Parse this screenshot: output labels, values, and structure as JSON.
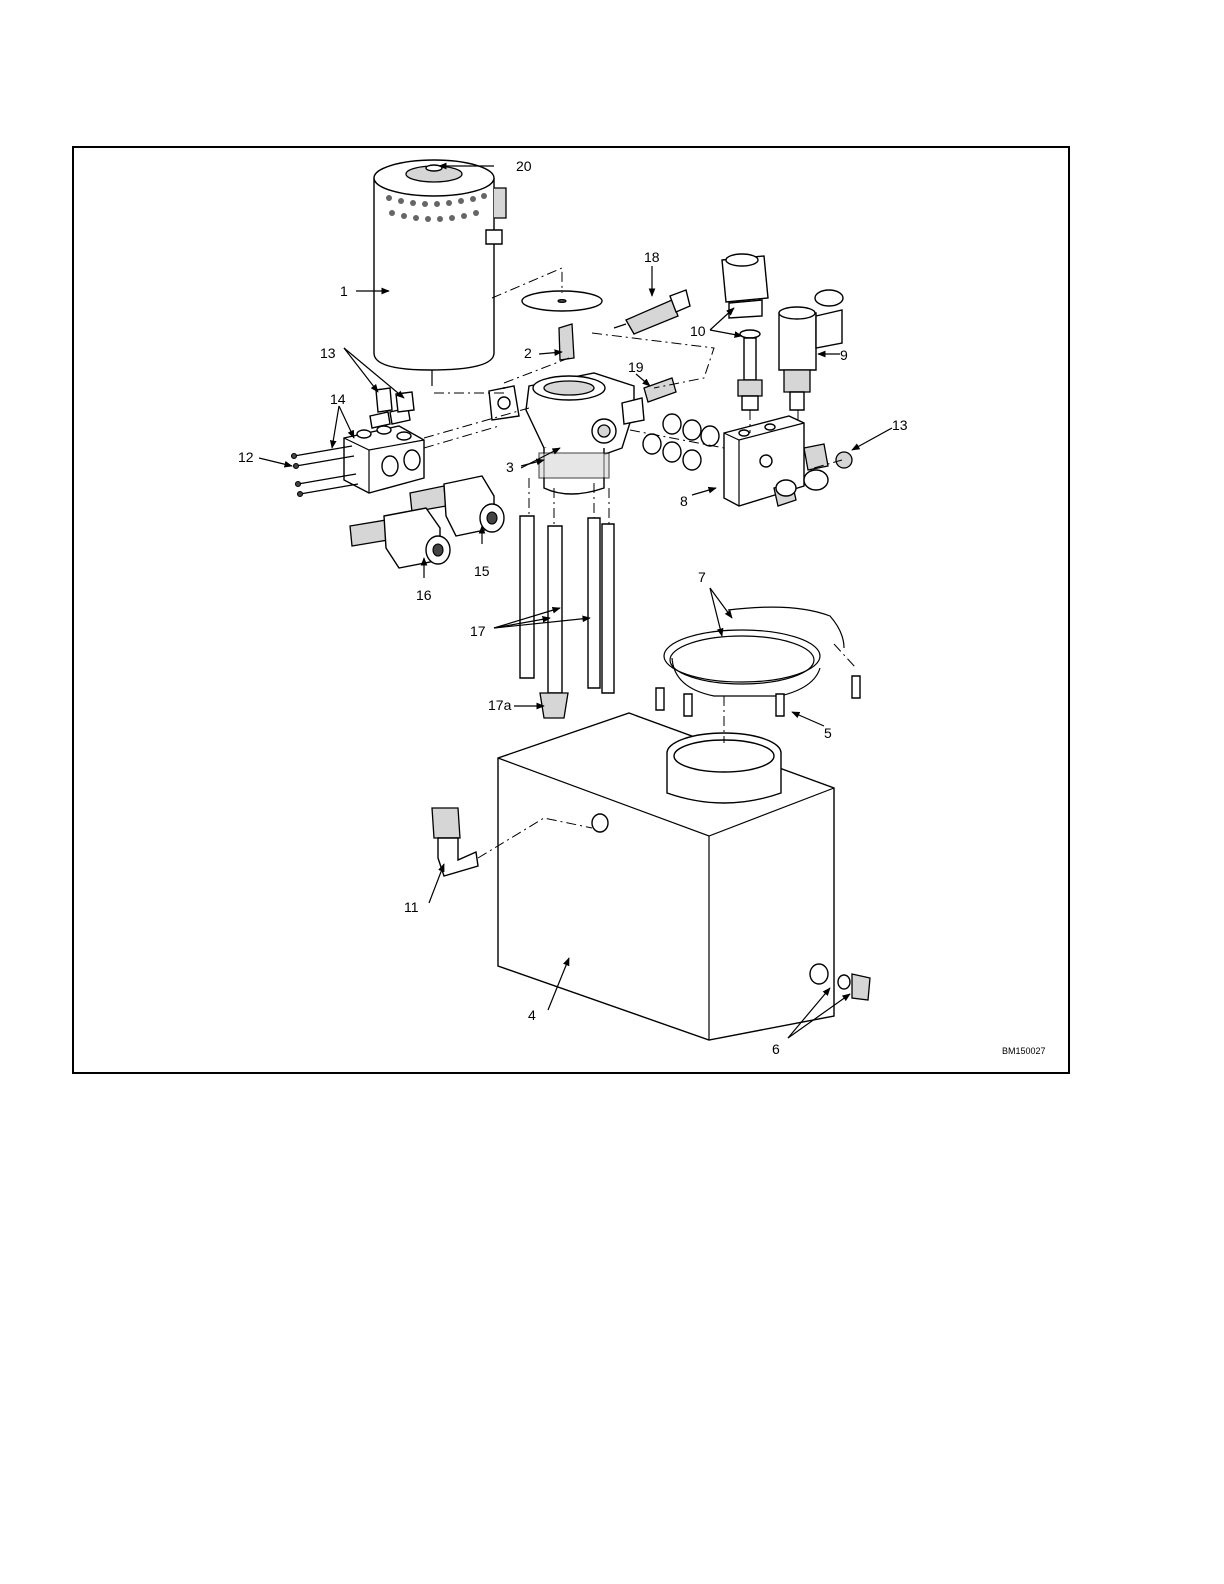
{
  "figure": {
    "drawing_code": "BM150027",
    "callouts": [
      "1",
      "2",
      "3",
      "4",
      "5",
      "6",
      "7",
      "8",
      "9",
      "10",
      "11",
      "12",
      "13",
      "13",
      "14",
      "15",
      "16",
      "17",
      "17a",
      "18",
      "19",
      "20"
    ]
  },
  "colors": {
    "line": "#000000",
    "shade": "#d6d6d6",
    "background": "#ffffff"
  }
}
